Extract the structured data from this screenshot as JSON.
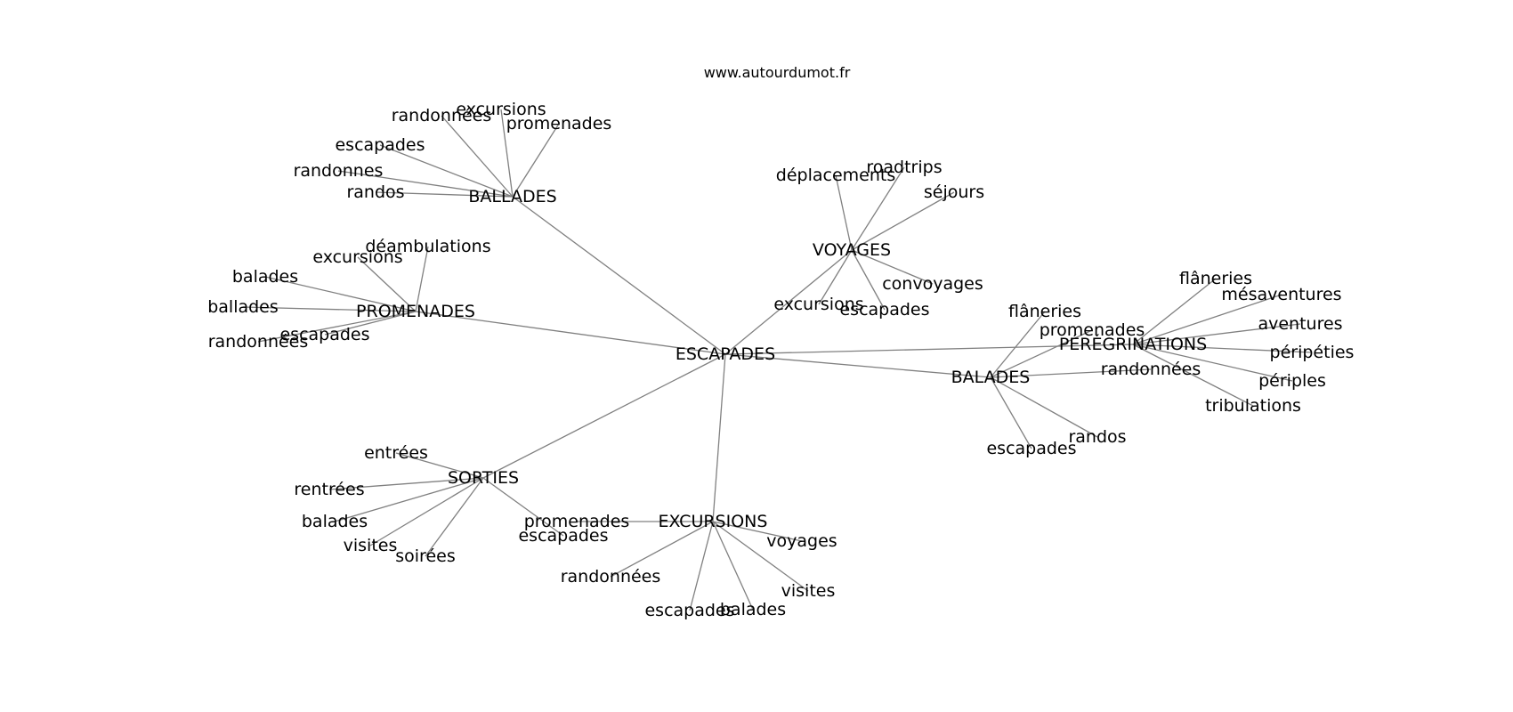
{
  "site_url": "www.autourdumot.fr",
  "colors": {
    "edge": "#808080",
    "text": "#000000",
    "background": "#ffffff"
  },
  "graph": {
    "center": "ESCAPADES",
    "nodes": [
      {
        "id": "ESCAPADES",
        "label": "ESCAPADES"
      },
      {
        "id": "BALLADES",
        "label": "BALLADES"
      },
      {
        "id": "PROMENADES",
        "label": "PROMENADES"
      },
      {
        "id": "VOYAGES",
        "label": "VOYAGES"
      },
      {
        "id": "PEREGRINATIONS",
        "label": "PÉRÉGRINATIONS"
      },
      {
        "id": "BALADES",
        "label": "BALADES"
      },
      {
        "id": "SORTIES",
        "label": "SORTIES"
      },
      {
        "id": "EXCURSIONS",
        "label": "EXCURSIONS"
      },
      {
        "id": "bl_randonnees",
        "label": "randonnées"
      },
      {
        "id": "bl_excursions",
        "label": "excursions"
      },
      {
        "id": "bl_promenades",
        "label": "promenades"
      },
      {
        "id": "bl_escapades",
        "label": "escapades"
      },
      {
        "id": "bl_randonnes",
        "label": "randonnes"
      },
      {
        "id": "bl_randos",
        "label": "randos"
      },
      {
        "id": "pr_deambulations",
        "label": "déambulations"
      },
      {
        "id": "pr_excursions",
        "label": "excursions"
      },
      {
        "id": "pr_balades",
        "label": "balades"
      },
      {
        "id": "pr_ballades",
        "label": "ballades"
      },
      {
        "id": "pr_escapades",
        "label": "escapades"
      },
      {
        "id": "pr_randonnees",
        "label": "randonnées"
      },
      {
        "id": "vo_deplacements",
        "label": "déplacements"
      },
      {
        "id": "vo_roadtrips",
        "label": "roadtrips"
      },
      {
        "id": "vo_sejours",
        "label": "séjours"
      },
      {
        "id": "vo_convoyages",
        "label": "convoyages"
      },
      {
        "id": "vo_excursions",
        "label": "excursions"
      },
      {
        "id": "vo_escapades",
        "label": "escapades"
      },
      {
        "id": "pe_flaneries",
        "label": "flâneries"
      },
      {
        "id": "pe_mesaventures",
        "label": "mésaventures"
      },
      {
        "id": "pe_aventures",
        "label": "aventures"
      },
      {
        "id": "pe_peripeties",
        "label": "péripéties"
      },
      {
        "id": "pe_periples",
        "label": "périples"
      },
      {
        "id": "pe_tribulations",
        "label": "tribulations"
      },
      {
        "id": "ba_flaneries",
        "label": "flâneries"
      },
      {
        "id": "ba_promenades",
        "label": "promenades"
      },
      {
        "id": "ba_randonnees",
        "label": "randonnées"
      },
      {
        "id": "ba_randos",
        "label": "randos"
      },
      {
        "id": "ba_escapades",
        "label": "escapades"
      },
      {
        "id": "so_entrees",
        "label": "entrées"
      },
      {
        "id": "so_rentrees",
        "label": "rentrées"
      },
      {
        "id": "so_balades",
        "label": "balades"
      },
      {
        "id": "so_visites",
        "label": "visites"
      },
      {
        "id": "so_soirees",
        "label": "soirées"
      },
      {
        "id": "so_escapades",
        "label": "escapades"
      },
      {
        "id": "ex_promenades",
        "label": "promenades"
      },
      {
        "id": "ex_voyages",
        "label": "voyages"
      },
      {
        "id": "ex_randonnees",
        "label": "randonnées"
      },
      {
        "id": "ex_escapades",
        "label": "escapades"
      },
      {
        "id": "ex_balades",
        "label": "balades"
      },
      {
        "id": "ex_visites",
        "label": "visites"
      }
    ],
    "edges": [
      [
        "ESCAPADES",
        "BALLADES"
      ],
      [
        "ESCAPADES",
        "PROMENADES"
      ],
      [
        "ESCAPADES",
        "VOYAGES"
      ],
      [
        "ESCAPADES",
        "PEREGRINATIONS"
      ],
      [
        "ESCAPADES",
        "BALADES"
      ],
      [
        "ESCAPADES",
        "SORTIES"
      ],
      [
        "ESCAPADES",
        "EXCURSIONS"
      ],
      [
        "BALLADES",
        "bl_randonnees"
      ],
      [
        "BALLADES",
        "bl_excursions"
      ],
      [
        "BALLADES",
        "bl_promenades"
      ],
      [
        "BALLADES",
        "bl_escapades"
      ],
      [
        "BALLADES",
        "bl_randonnes"
      ],
      [
        "BALLADES",
        "bl_randos"
      ],
      [
        "PROMENADES",
        "pr_deambulations"
      ],
      [
        "PROMENADES",
        "pr_excursions"
      ],
      [
        "PROMENADES",
        "pr_balades"
      ],
      [
        "PROMENADES",
        "pr_ballades"
      ],
      [
        "PROMENADES",
        "pr_escapades"
      ],
      [
        "PROMENADES",
        "pr_randonnees"
      ],
      [
        "VOYAGES",
        "vo_deplacements"
      ],
      [
        "VOYAGES",
        "vo_roadtrips"
      ],
      [
        "VOYAGES",
        "vo_sejours"
      ],
      [
        "VOYAGES",
        "vo_convoyages"
      ],
      [
        "VOYAGES",
        "vo_excursions"
      ],
      [
        "VOYAGES",
        "vo_escapades"
      ],
      [
        "PEREGRINATIONS",
        "pe_flaneries"
      ],
      [
        "PEREGRINATIONS",
        "pe_mesaventures"
      ],
      [
        "PEREGRINATIONS",
        "pe_aventures"
      ],
      [
        "PEREGRINATIONS",
        "pe_peripeties"
      ],
      [
        "PEREGRINATIONS",
        "pe_periples"
      ],
      [
        "PEREGRINATIONS",
        "pe_tribulations"
      ],
      [
        "BALADES",
        "ba_flaneries"
      ],
      [
        "BALADES",
        "ba_promenades"
      ],
      [
        "BALADES",
        "ba_randonnees"
      ],
      [
        "BALADES",
        "ba_randos"
      ],
      [
        "BALADES",
        "ba_escapades"
      ],
      [
        "SORTIES",
        "so_entrees"
      ],
      [
        "SORTIES",
        "so_rentrees"
      ],
      [
        "SORTIES",
        "so_balades"
      ],
      [
        "SORTIES",
        "so_visites"
      ],
      [
        "SORTIES",
        "so_soirees"
      ],
      [
        "SORTIES",
        "so_escapades"
      ],
      [
        "EXCURSIONS",
        "ex_promenades"
      ],
      [
        "EXCURSIONS",
        "ex_voyages"
      ],
      [
        "EXCURSIONS",
        "ex_randonnees"
      ],
      [
        "EXCURSIONS",
        "ex_escapades"
      ],
      [
        "EXCURSIONS",
        "ex_balades"
      ],
      [
        "EXCURSIONS",
        "ex_visites"
      ]
    ]
  }
}
